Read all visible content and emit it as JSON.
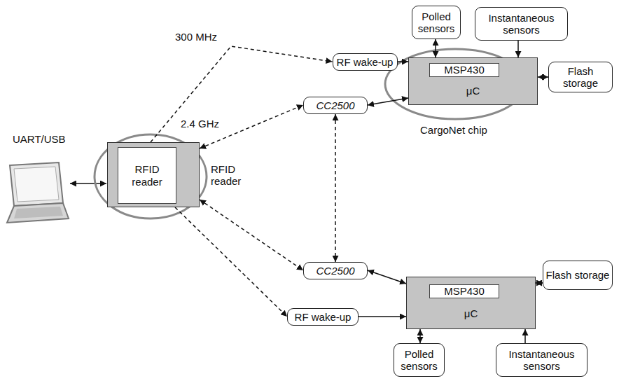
{
  "diagram": {
    "nodes": [
      {
        "text": [
          "Polled sensors"
        ]
      },
      {
        "text": [
          "Instantaneous sensors"
        ]
      },
      {
        "text": [
          "RF wake-up"
        ]
      },
      {
        "text": [
          "μC"
        ]
      },
      {
        "text": [
          "MSP430"
        ],
        "in": 3
      },
      {
        "text": [
          "Flash storage"
        ]
      },
      {
        "text": [
          "CC2500"
        ]
      },
      {
        "text": [
          "RFID reader"
        ]
      },
      {
        "text": [
          "RFID reader"
        ],
        "in": 7
      },
      {
        "text": [
          "CC2500"
        ]
      },
      {
        "text": [
          "Flash storage"
        ]
      },
      {
        "text": [
          "μC"
        ]
      },
      {
        "text": [
          "MSP430"
        ],
        "in": 11
      },
      {
        "text": [
          "RF wake-up"
        ]
      },
      {
        "text": [
          "Polled sensors"
        ]
      },
      {
        "text": [
          "Instantaneous sensors"
        ]
      }
    ],
    "edges": [
      {
        "from": 7,
        "to": 2,
        "arrow": "to",
        "label": "300 MHz"
      },
      {
        "from": 7,
        "to": 6,
        "arrow": "both",
        "label": "2.4 GHz"
      },
      {
        "from": 7,
        "to": 9,
        "arrow": "both"
      },
      {
        "from": 7,
        "to": 13,
        "arrow": "to"
      },
      {
        "from": 2,
        "to": 3,
        "arrow": "to"
      },
      {
        "from": 6,
        "to": 3,
        "arrow": "both"
      },
      {
        "from": 0,
        "to": 3,
        "arrow": "both"
      },
      {
        "from": 1,
        "to": 3,
        "arrow": "to"
      },
      {
        "from": 3,
        "to": 5,
        "arrow": "both"
      },
      {
        "from": 6,
        "to": 9,
        "arrow": "both"
      },
      {
        "from": 9,
        "to": 11,
        "arrow": "both"
      },
      {
        "from": 13,
        "to": 11,
        "arrow": "to"
      },
      {
        "from": 11,
        "to": 10,
        "arrow": "both"
      },
      {
        "from": 14,
        "to": 11,
        "arrow": "both"
      },
      {
        "from": 15,
        "to": 11,
        "arrow": "to"
      }
    ],
    "labels": [
      "UART/USB",
      "CargoNet chip"
    ]
  }
}
